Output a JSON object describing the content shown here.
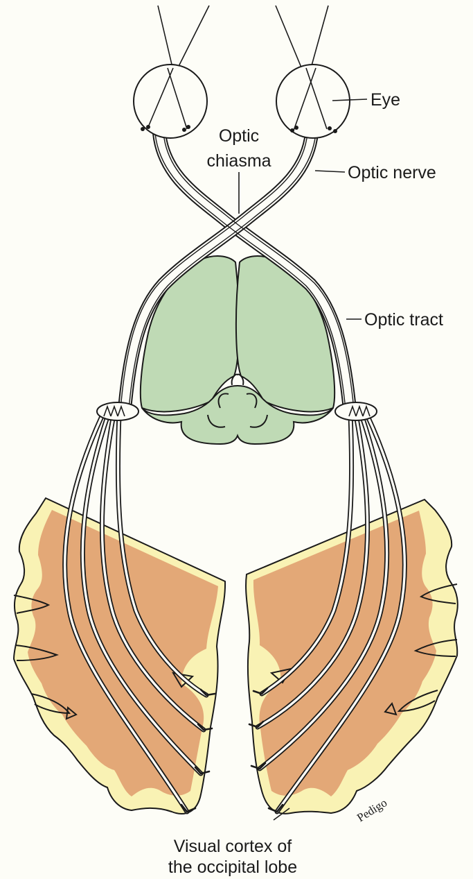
{
  "labels": {
    "eye": "Eye",
    "optic_chiasma_line1": "Optic",
    "optic_chiasma_line2": "chiasma",
    "optic_nerve": "Optic nerve",
    "optic_tract": "Optic tract",
    "visual_cortex_line1": "Visual cortex of",
    "visual_cortex_line2": "the occipital lobe"
  },
  "signature": "Pedigo",
  "colors": {
    "background": "#fdfdf7",
    "thalamus": "#bfdab5",
    "cortex_gray_matter": "#e3a877",
    "cortex_white_matter": "#f9f2b4",
    "ink": "#1a1a1a"
  }
}
